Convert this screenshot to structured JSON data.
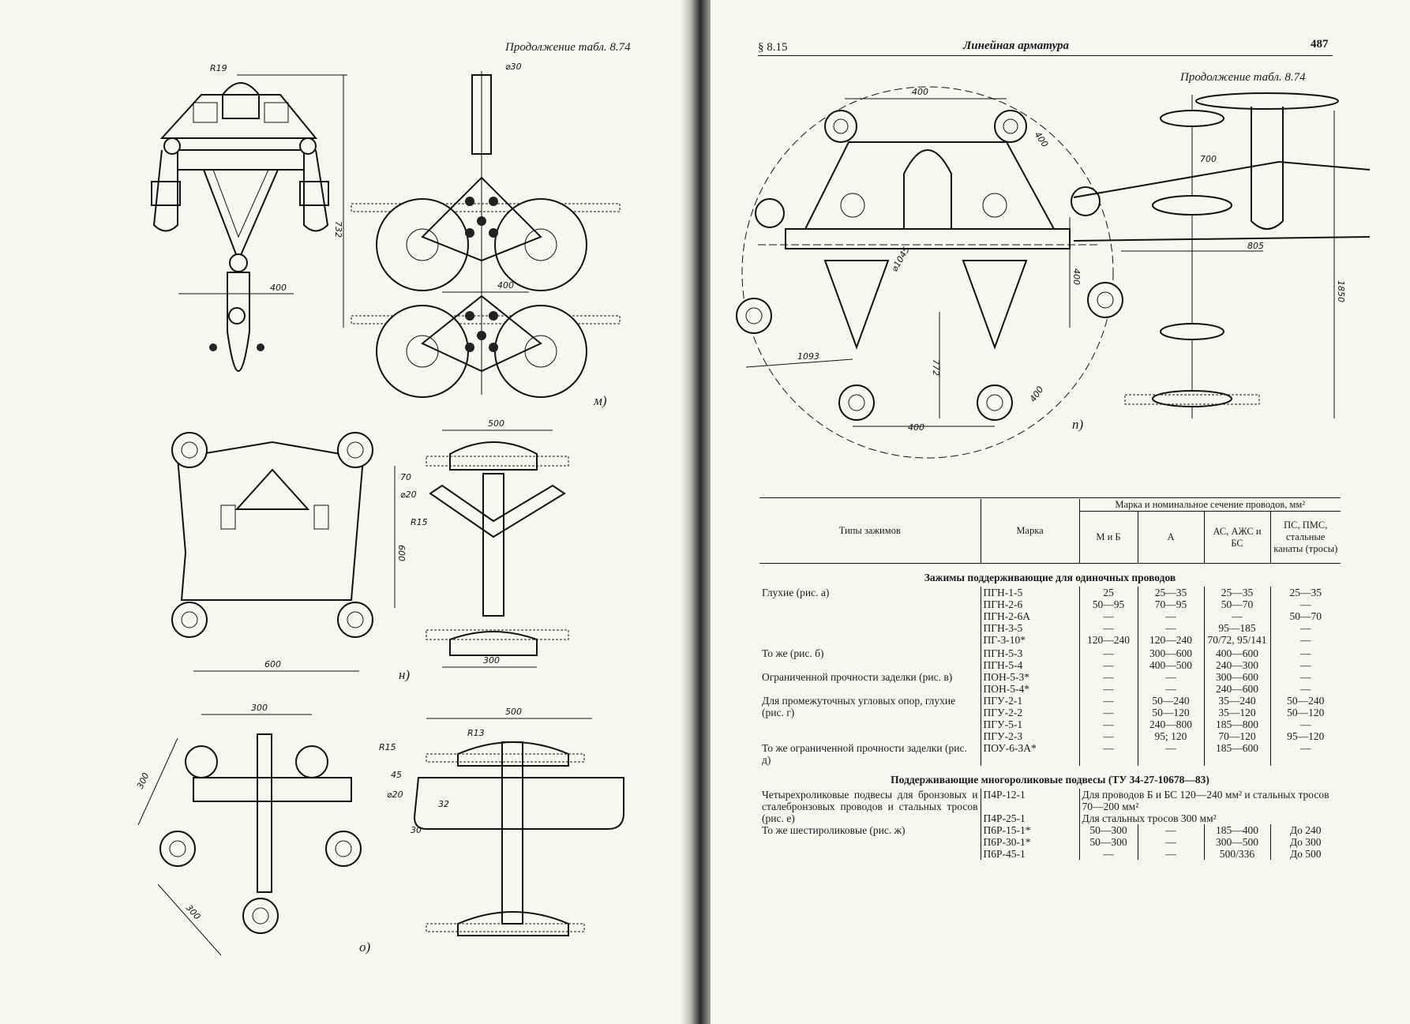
{
  "left_page": {
    "header": "Продолжение табл. 8.74",
    "figures": [
      {
        "caption": "м)",
        "dimensions": [
          "R19",
          "⌀30",
          "732",
          "400",
          "400"
        ]
      },
      {
        "caption": "н)",
        "dimensions": [
          "500",
          "70",
          "⌀20",
          "R15",
          "600",
          "600",
          "300"
        ]
      },
      {
        "caption": "о)",
        "dimensions": [
          "300",
          "300",
          "300",
          "500",
          "R13",
          "R15",
          "45",
          "⌀20",
          "32",
          "30"
        ]
      }
    ]
  },
  "right_page": {
    "section": "§ 8.15",
    "running_title": "Линейная арматура",
    "page_number": "487",
    "header": "Продолжение табл. 8.74",
    "figure": {
      "caption": "п)",
      "dimensions": [
        "400",
        "400",
        "⌀1045",
        "772",
        "400",
        "1093",
        "400",
        "700",
        "805",
        "1850"
      ]
    },
    "table": {
      "headers": {
        "col1": "Типы зажимов",
        "col2": "Марка",
        "group": "Марка и номинальное сечение проводов, мм²",
        "sub": [
          "М и Б",
          "А",
          "АС, АЖС и БС",
          "ПС, ПМС, стальные канаты (тросы)"
        ]
      },
      "section1": "Зажимы поддерживающие для одиночных проводов",
      "section2": "Поддерживающие многороликовые подвесы (ТУ 34-27-10678—83)",
      "rows1": [
        {
          "type": "Глухие (рис. а)",
          "marks": [
            "ПГН-1-5",
            "ПГН-2-6",
            "ПГН-2-6А",
            "ПГН-3-5",
            "ПГ-3-10*"
          ],
          "mb": [
            "25",
            "50—95",
            "—",
            "—",
            "120—240"
          ],
          "a": [
            "25—35",
            "70—95",
            "—",
            "—",
            "120—240"
          ],
          "as": [
            "25—35",
            "50—70",
            "—",
            "95—185",
            "70/72, 95/141"
          ],
          "ps": [
            "25—35",
            "—",
            "50—70",
            "—",
            "—"
          ]
        },
        {
          "type": "То же (рис. б)",
          "marks": [
            "ПГН-5-3",
            "ПГН-5-4"
          ],
          "mb": [
            "—",
            "—"
          ],
          "a": [
            "300—600",
            "400—500"
          ],
          "as": [
            "400—600",
            "240—300"
          ],
          "ps": [
            "—",
            "—"
          ]
        },
        {
          "type": "Ограниченной прочности заделки (рис. в)",
          "marks": [
            "ПОН-5-3*",
            "ПОН-5-4*"
          ],
          "mb": [
            "—",
            "—"
          ],
          "a": [
            "—",
            "—"
          ],
          "as": [
            "300—600",
            "240—600"
          ],
          "ps": [
            "—",
            "—"
          ]
        },
        {
          "type": "Для промежуточных угловых опор, глухие (рис. г)",
          "marks": [
            "ПГУ-2-1",
            "ПГУ-2-2",
            "ПГУ-5-1",
            "ПГУ-2-3"
          ],
          "mb": [
            "—",
            "—",
            "—",
            "—"
          ],
          "a": [
            "50—240",
            "50—120",
            "240—800",
            "95; 120"
          ],
          "as": [
            "35—240",
            "35—120",
            "185—800",
            "70—120"
          ],
          "ps": [
            "50—240",
            "50—120",
            "—",
            "95—120"
          ]
        },
        {
          "type": "То же ограниченной прочности заделки (рис. д)",
          "marks": [
            "ПОУ-6-3А*"
          ],
          "mb": [
            "—"
          ],
          "a": [
            "—"
          ],
          "as": [
            "185—600"
          ],
          "ps": [
            "—"
          ]
        }
      ],
      "rows2": [
        {
          "type": "Четырехроликовые подвесы для бронзовых и сталебронзовых проводов и стальных тросов (рис. е)",
          "marks": [
            "П4Р-12-1",
            "П4Р-25-1"
          ],
          "notes": [
            "Для проводов Б и БС 120—240 мм² и стальных тросов 70—200 мм²",
            "Для стальных тросов 300 мм²"
          ]
        },
        {
          "type": "То же шестироликовые (рис. ж)",
          "marks": [
            "П6Р-15-1*",
            "П6Р-30-1*",
            "П6Р-45-1"
          ],
          "mb": [
            "50—300",
            "50—300",
            "—"
          ],
          "a": [
            "—",
            "—",
            "—"
          ],
          "as": [
            "185—400",
            "300—500",
            "500/336"
          ],
          "ps": [
            "До 240",
            "До 300",
            "До 500"
          ]
        }
      ]
    }
  }
}
